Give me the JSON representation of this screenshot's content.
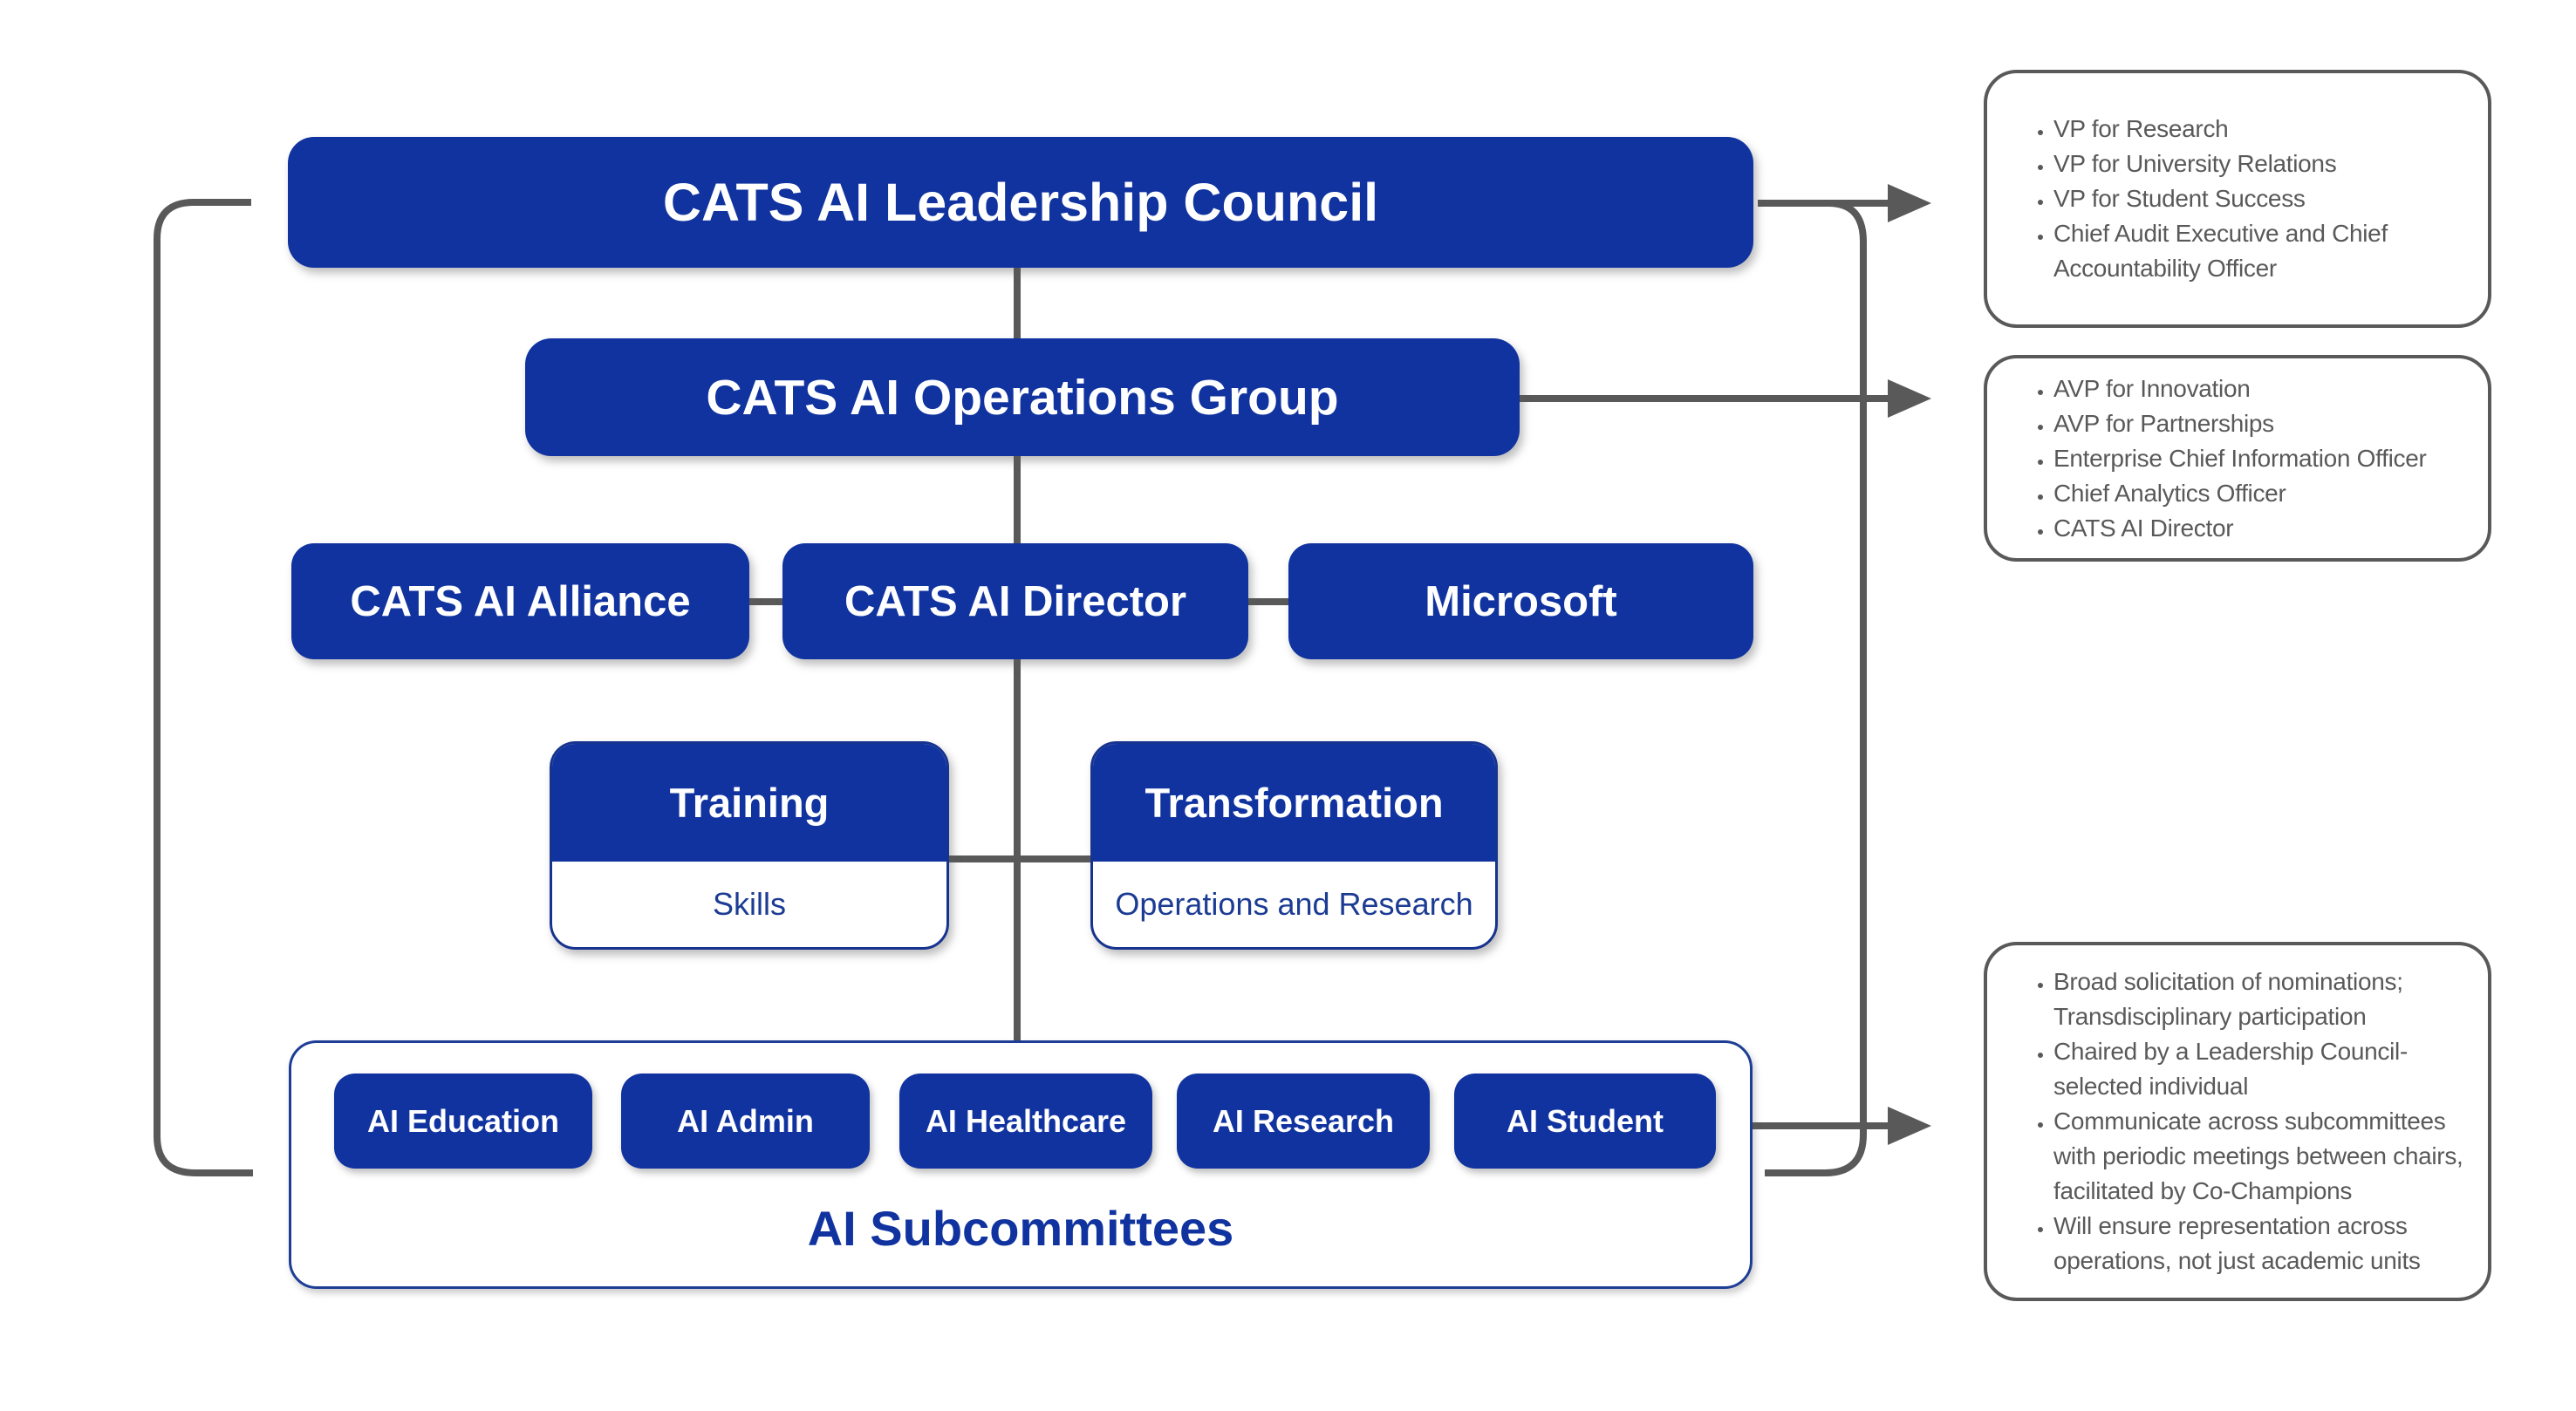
{
  "diagram": {
    "nodes": {
      "leadership": {
        "label": "CATS AI Leadership Council"
      },
      "operations": {
        "label": "CATS AI Operations Group"
      },
      "alliance": {
        "label": "CATS AI Alliance"
      },
      "director": {
        "label": "CATS AI Director"
      },
      "microsoft": {
        "label": "Microsoft"
      },
      "training": {
        "label": "Training",
        "sublabel": "Skills"
      },
      "transformation": {
        "label": "Transformation",
        "sublabel": "Operations and Research"
      },
      "subcommittees": {
        "label": "AI Subcommittees",
        "items": [
          "AI Education",
          "AI Admin",
          "AI Healthcare",
          "AI Research",
          "AI Student"
        ]
      }
    },
    "callouts": {
      "leadership_members": [
        "VP for Research",
        "VP for University Relations",
        "VP for Student Success",
        "Chief Audit Executive and Chief Accountability Officer"
      ],
      "operations_members": [
        "AVP for Innovation",
        "AVP for Partnerships",
        "Enterprise Chief Information Officer",
        "Chief Analytics Officer",
        "CATS AI Director"
      ],
      "subcommittee_notes": [
        "Broad solicitation of nominations; Transdisciplinary participation",
        "Chaired by a Leadership Council-selected individual",
        "Communicate across subcommittees with periodic meetings between chairs, facilitated by Co-Champions",
        "Will ensure representation across operations, not just academic units"
      ]
    },
    "colors": {
      "box_blue": "#10339f",
      "border_navy": "#1e3e96",
      "connector_gray": "#595959",
      "callout_text": "#595959",
      "sublabel_blue": "#1c3c94"
    }
  }
}
